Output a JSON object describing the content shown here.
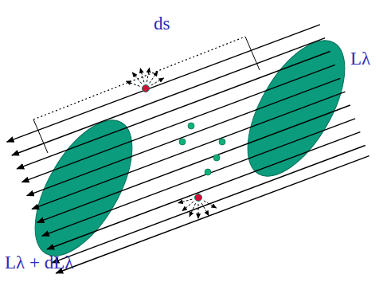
{
  "diagram": {
    "labels": [
      "ds",
      "Lλ",
      "Lλ + dLλ"
    ]
  }
}
